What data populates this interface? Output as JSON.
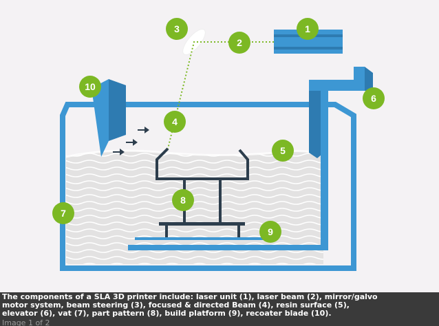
{
  "colors": {
    "background": "#f4f2f4",
    "vat_blue": "#3d97d3",
    "vat_blue_dark": "#2e7bb1",
    "resin": "#e3e2e2",
    "resin_wave": "#ffffff",
    "platform": "#2d3e4d",
    "badge": "#7cb824",
    "laser_path": "#7cb824",
    "caption_bg": "#3a3a3a",
    "caption_text": "#ffffff"
  },
  "icons": [
    "arrow-right-icon",
    "arrow-right-icon",
    "arrow-right-icon"
  ],
  "labels": {
    "n1": "1",
    "n2": "2",
    "n3": "3",
    "n4": "4",
    "n5": "5",
    "n6": "6",
    "n7": "7",
    "n8": "8",
    "n9": "9",
    "n10": "10"
  },
  "caption": {
    "text": "The components of a SLA 3D printer include: laser unit (1), laser beam (2), mirror/galvo motor system, beam steering (3), focused & directed Beam (4), resin surface (5), elevator (6), vat (7), part pattern (8), build platform (9), recoater blade (10).",
    "counter": "Image 1 of 2"
  }
}
